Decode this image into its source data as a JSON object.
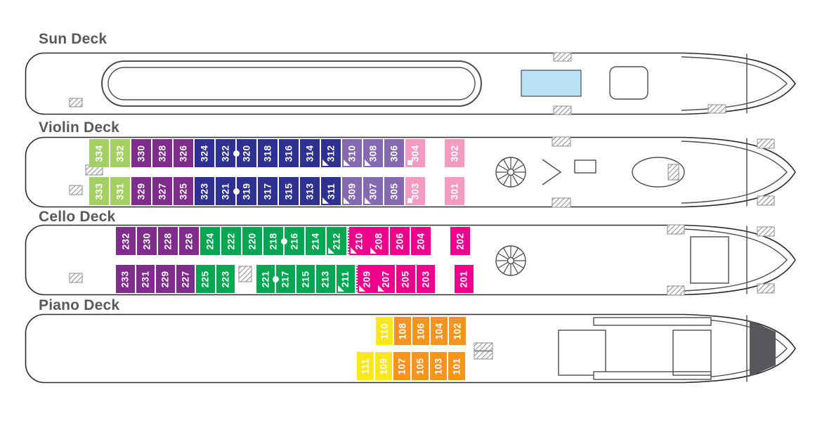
{
  "colors": {
    "green_light": "#a4cf62",
    "purple": "#802c8c",
    "navy": "#2e3192",
    "violet": "#8569b2",
    "pink": "#f39bc1",
    "green": "#00a651",
    "magenta": "#ec008c",
    "orange": "#f7941e",
    "yellow": "#f8e71c",
    "pool_blue": "#b8e2f4",
    "label_gray": "#58595b"
  },
  "decks": [
    {
      "id": "sun",
      "label": "Sun Deck",
      "rows": []
    },
    {
      "id": "violin",
      "label": "Violin Deck",
      "rows": [
        {
          "cabins": [
            {
              "num": "334",
              "color": "green_light"
            },
            {
              "num": "332",
              "color": "green_light"
            },
            {
              "num": "330",
              "color": "purple"
            },
            {
              "num": "328",
              "color": "purple"
            },
            {
              "num": "326",
              "color": "purple"
            },
            {
              "num": "324",
              "color": "navy"
            },
            {
              "num": "322",
              "color": "navy",
              "dot_after": true
            },
            {
              "num": "320",
              "color": "navy"
            },
            {
              "num": "318",
              "color": "navy"
            },
            {
              "num": "316",
              "color": "navy"
            },
            {
              "num": "314",
              "color": "navy"
            },
            {
              "num": "312",
              "color": "navy",
              "marker": "triangle"
            },
            {
              "num": "310",
              "color": "violet",
              "marker": "triangle"
            },
            {
              "num": "308",
              "color": "violet",
              "marker": "triangle"
            },
            {
              "num": "306",
              "color": "violet"
            },
            {
              "num": "304",
              "color": "pink",
              "marker": "square"
            },
            {
              "num": "302",
              "color": "pink",
              "gap_before": true
            }
          ]
        },
        {
          "cabins": [
            {
              "num": "333",
              "color": "green_light"
            },
            {
              "num": "331",
              "color": "green_light"
            },
            {
              "num": "329",
              "color": "purple"
            },
            {
              "num": "327",
              "color": "purple"
            },
            {
              "num": "325",
              "color": "purple"
            },
            {
              "num": "323",
              "color": "navy"
            },
            {
              "num": "321",
              "color": "navy",
              "dot_after": true
            },
            {
              "num": "319",
              "color": "navy"
            },
            {
              "num": "317",
              "color": "navy"
            },
            {
              "num": "315",
              "color": "navy"
            },
            {
              "num": "313",
              "color": "navy"
            },
            {
              "num": "311",
              "color": "navy",
              "marker": "triangle"
            },
            {
              "num": "309",
              "color": "violet",
              "marker": "triangle"
            },
            {
              "num": "307",
              "color": "violet",
              "marker": "triangle"
            },
            {
              "num": "305",
              "color": "violet"
            },
            {
              "num": "303",
              "color": "pink",
              "marker": "square"
            },
            {
              "num": "301",
              "color": "pink",
              "gap_before": true
            }
          ]
        }
      ]
    },
    {
      "id": "cello",
      "label": "Cello Deck",
      "rows": [
        {
          "cabins": [
            {
              "num": "232",
              "color": "purple"
            },
            {
              "num": "230",
              "color": "purple"
            },
            {
              "num": "228",
              "color": "purple"
            },
            {
              "num": "226",
              "color": "purple"
            },
            {
              "num": "224",
              "color": "green"
            },
            {
              "num": "222",
              "color": "green"
            },
            {
              "num": "220",
              "color": "green"
            },
            {
              "num": "218",
              "color": "green",
              "dot_after": true
            },
            {
              "num": "216",
              "color": "green"
            },
            {
              "num": "214",
              "color": "green"
            },
            {
              "num": "212",
              "color": "green",
              "marker": "triangle"
            },
            {
              "num": "210",
              "color": "magenta",
              "marker": "triangle",
              "dotted_left": true
            },
            {
              "num": "208",
              "color": "magenta",
              "marker": "triangle"
            },
            {
              "num": "206",
              "color": "magenta"
            },
            {
              "num": "204",
              "color": "magenta"
            },
            {
              "num": "202",
              "color": "magenta",
              "gap_before": true
            }
          ]
        },
        {
          "cabins": [
            {
              "num": "233",
              "color": "purple"
            },
            {
              "num": "231",
              "color": "purple"
            },
            {
              "num": "229",
              "color": "purple"
            },
            {
              "num": "227",
              "color": "purple"
            },
            {
              "num": "225",
              "color": "green"
            },
            {
              "num": "223",
              "color": "green"
            },
            {
              "num": "221",
              "color": "green",
              "stair_gap_before": true,
              "dot_after": true
            },
            {
              "num": "217",
              "color": "green"
            },
            {
              "num": "215",
              "color": "green"
            },
            {
              "num": "213",
              "color": "green"
            },
            {
              "num": "211",
              "color": "green",
              "marker": "triangle"
            },
            {
              "num": "209",
              "color": "magenta",
              "marker": "triangle",
              "dotted_left": true
            },
            {
              "num": "207",
              "color": "magenta",
              "marker": "triangle"
            },
            {
              "num": "205",
              "color": "magenta"
            },
            {
              "num": "203",
              "color": "magenta"
            },
            {
              "num": "201",
              "color": "magenta",
              "gap_before": true
            }
          ]
        }
      ]
    },
    {
      "id": "piano",
      "label": "Piano Deck",
      "rows": [
        {
          "cabins": [
            {
              "num": "110",
              "color": "yellow"
            },
            {
              "num": "108",
              "color": "orange"
            },
            {
              "num": "106",
              "color": "orange"
            },
            {
              "num": "104",
              "color": "orange"
            },
            {
              "num": "102",
              "color": "orange"
            }
          ]
        },
        {
          "cabins": [
            {
              "num": "111",
              "color": "yellow"
            },
            {
              "num": "109",
              "color": "yellow"
            },
            {
              "num": "107",
              "color": "orange"
            },
            {
              "num": "105",
              "color": "orange"
            },
            {
              "num": "103",
              "color": "orange"
            },
            {
              "num": "101",
              "color": "orange"
            }
          ]
        }
      ]
    }
  ]
}
